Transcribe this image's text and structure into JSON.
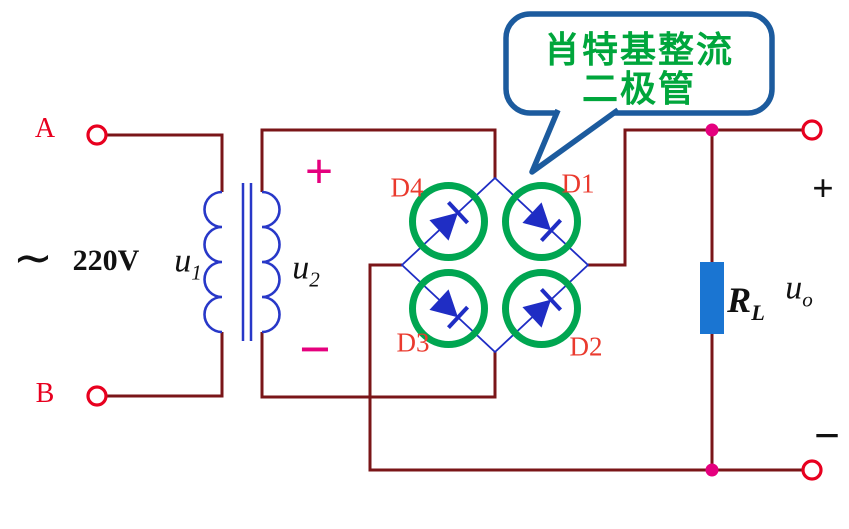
{
  "page": {
    "title": "Schottky diode bridge rectifier circuit"
  },
  "colors": {
    "wire": "#7a1518",
    "coil": "#2838c8",
    "diode": "#1f2dc4",
    "highlight": "#00a651",
    "terminal": "#e8001f",
    "label_red": "#ea3a2e",
    "junction": "#e5007e",
    "load": "#1a75d2",
    "callout_border": "#1c5b9e",
    "callout_text": "#00a63c"
  },
  "labels": {
    "terminal_a": "A",
    "terminal_b": "B",
    "ac_symbol": "∼",
    "voltage": "220V",
    "u1": {
      "base": "u",
      "sub": "1"
    },
    "u2": {
      "base": "u",
      "sub": "2"
    },
    "secondary_plus": "+",
    "secondary_minus": "−",
    "d1": "D1",
    "d2": "D2",
    "d3": "D3",
    "d4": "D4",
    "load": {
      "base": "R",
      "sub": "L"
    },
    "output_voltage": {
      "base": "u",
      "sub": "o"
    },
    "output_plus": "+",
    "output_minus": "−"
  },
  "callout": {
    "line1": "肖特基整流",
    "line2": "二极管"
  }
}
